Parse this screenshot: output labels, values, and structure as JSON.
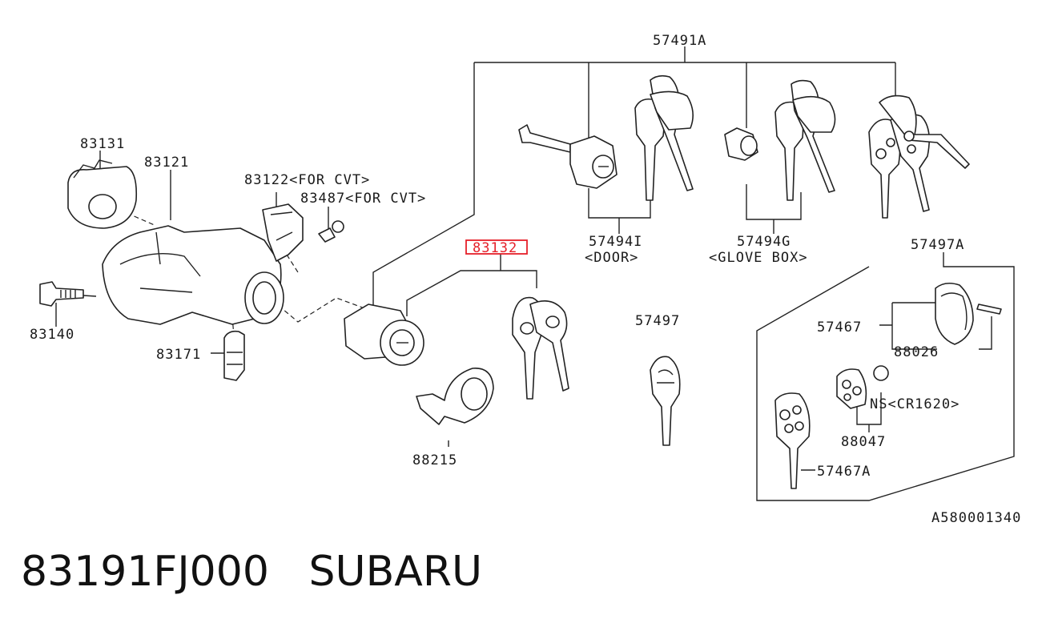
{
  "diagram": {
    "highlight_color": "#e5202a",
    "labels": {
      "p57491a": "57491A",
      "p83131": "83131",
      "p83121": "83121",
      "p83122": "83122<FOR CVT>",
      "p83487": "83487<FOR CVT>",
      "p83140": "83140",
      "p83171": "83171",
      "p83132": "83132",
      "p57494i": "57494I",
      "door": "<DOOR>",
      "p57494g": "57494G",
      "glove": "<GLOVE BOX>",
      "p57497a": "57497A",
      "p57497": "57497",
      "p57467": "57467",
      "p88026": "88026",
      "ns": "NS<CR1620>",
      "p88047": "88047",
      "p57467a": "57467A",
      "p88215": "88215",
      "diagram_code": "A580001340"
    }
  },
  "caption": {
    "part_number": "83191FJ000",
    "brand": "SUBARU"
  }
}
